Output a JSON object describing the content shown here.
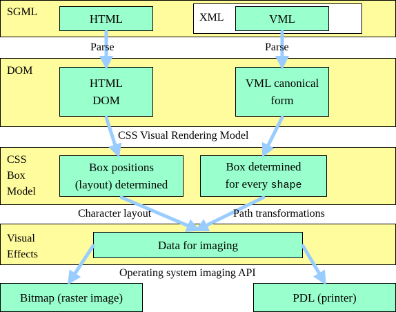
{
  "layers": {
    "sgml": "SGML",
    "dom": "DOM",
    "css_box_model": [
      "CSS",
      "Box",
      "Model"
    ],
    "visual_effects": [
      "Visual",
      "Effects"
    ]
  },
  "nodes": {
    "html": "HTML",
    "xml": "XML",
    "vml": "VML",
    "html_dom": [
      "HTML",
      "DOM"
    ],
    "vml_canonical": [
      "VML canonical",
      "form"
    ],
    "box_positions": [
      "Box positions",
      "(layout) determined"
    ],
    "box_determined": [
      "Box determined",
      "for every ",
      "shape"
    ],
    "data_for_imaging": "Data for imaging",
    "bitmap": "Bitmap (raster image)",
    "pdl": "PDL (printer)"
  },
  "edges": {
    "parse_left": "Parse",
    "parse_right": "Parse",
    "css_visual": "CSS Visual Rendering Model",
    "character_layout": "Character layout",
    "path_transformations": "Path transformations",
    "os_imaging": "Operating system imaging API"
  },
  "colors": {
    "band": "#fffc9e",
    "box": "#99ffcc",
    "arrow": "#99ccff"
  }
}
